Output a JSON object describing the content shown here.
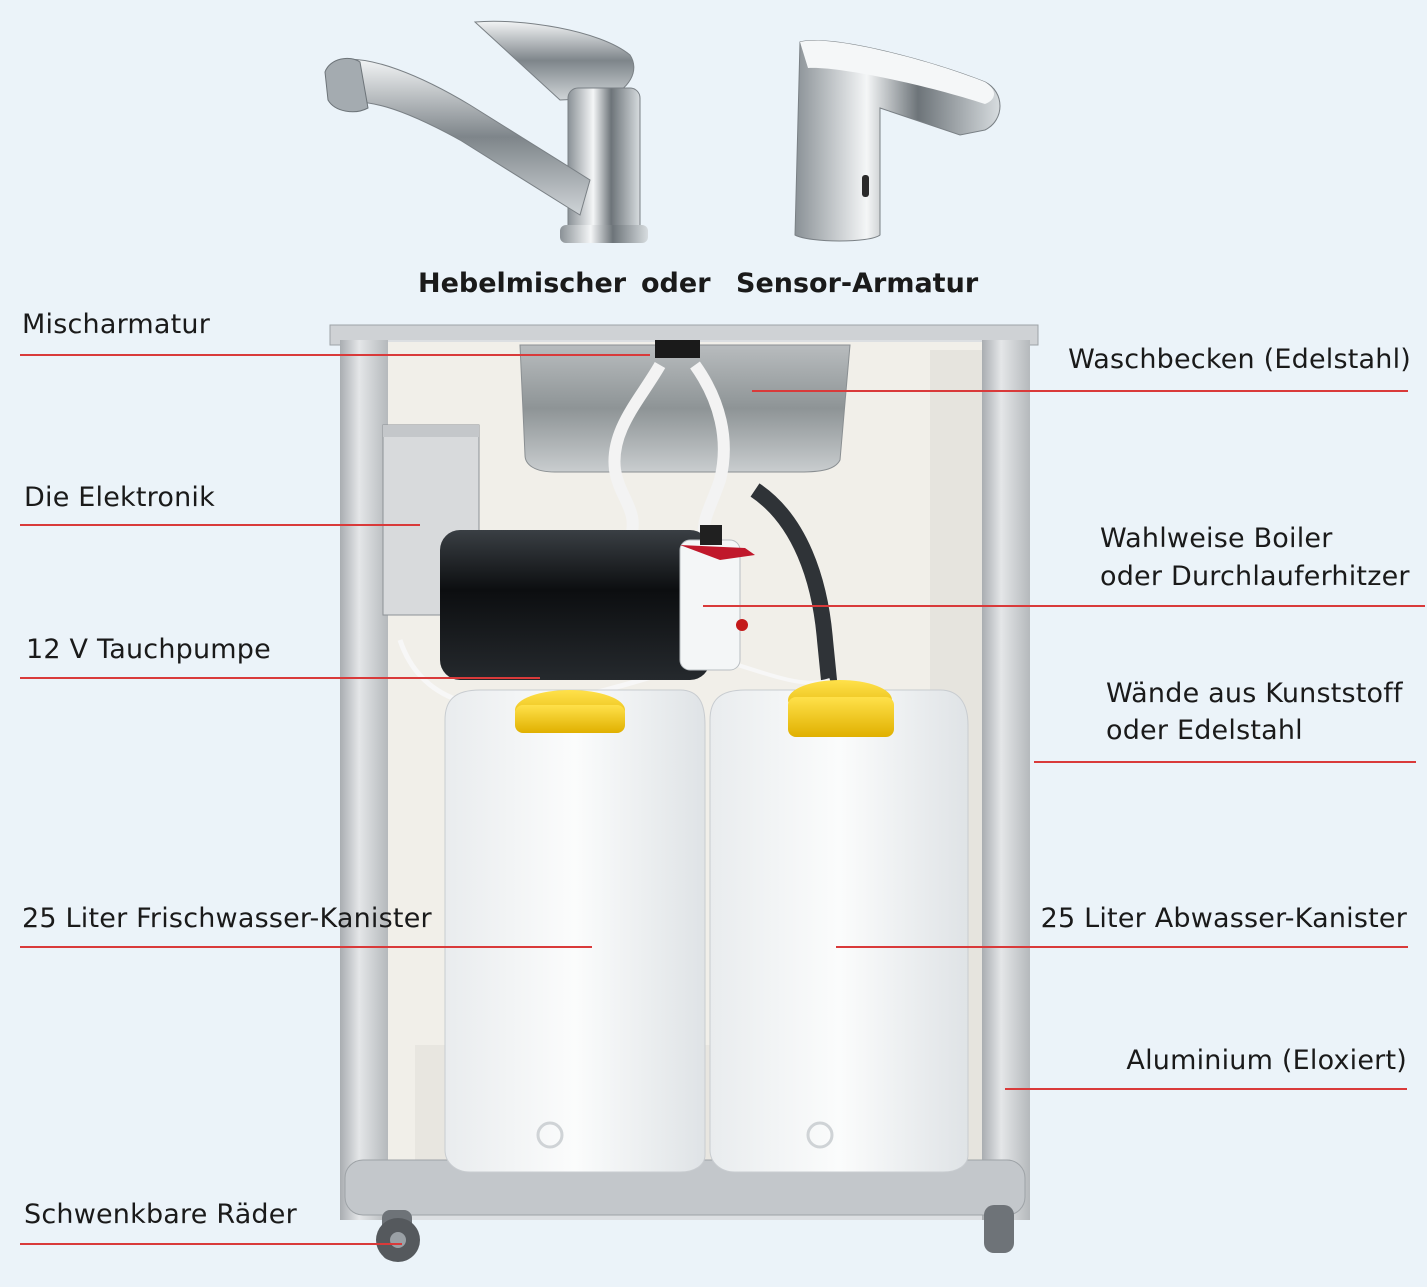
{
  "options": {
    "lever": "Hebelmischer",
    "or": "oder",
    "sensor": "Sensor-Armatur"
  },
  "labels": {
    "mischarmatur": "Mischarmatur",
    "elektronik": "Die Elektronik",
    "pumpe": "12 V Tauchpumpe",
    "frischwasser": "25 Liter Frischwasser-Kanister",
    "raeder": "Schwenkbare Räder",
    "waschbecken": "Waschbecken (Edelstahl)",
    "boiler_1": "Wahlweise Boiler",
    "boiler_2": "oder Durchlauferhitzer",
    "waende_1": "Wände aus Kunststoff",
    "waende_2": "oder Edelstahl",
    "abwasser": "25 Liter Abwasser-Kanister",
    "aluminium": "Aluminium (Eloxiert)"
  },
  "colors": {
    "background": "#ebf3f9",
    "leader_line": "#d93a3a",
    "cap": "#f2c81a"
  }
}
